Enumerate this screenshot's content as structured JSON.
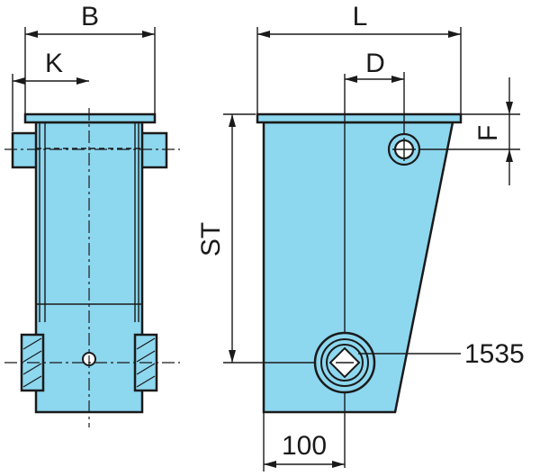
{
  "labels": {
    "dim_B": "B",
    "dim_K": "K",
    "dim_L": "L",
    "dim_D": "D",
    "dim_F": "F",
    "dim_ST": "ST",
    "dim_100": "100",
    "part_number": "1535"
  },
  "colors": {
    "part_fill": "#8dd7ef",
    "line": "#1a1a1a",
    "background": "#ffffff"
  }
}
